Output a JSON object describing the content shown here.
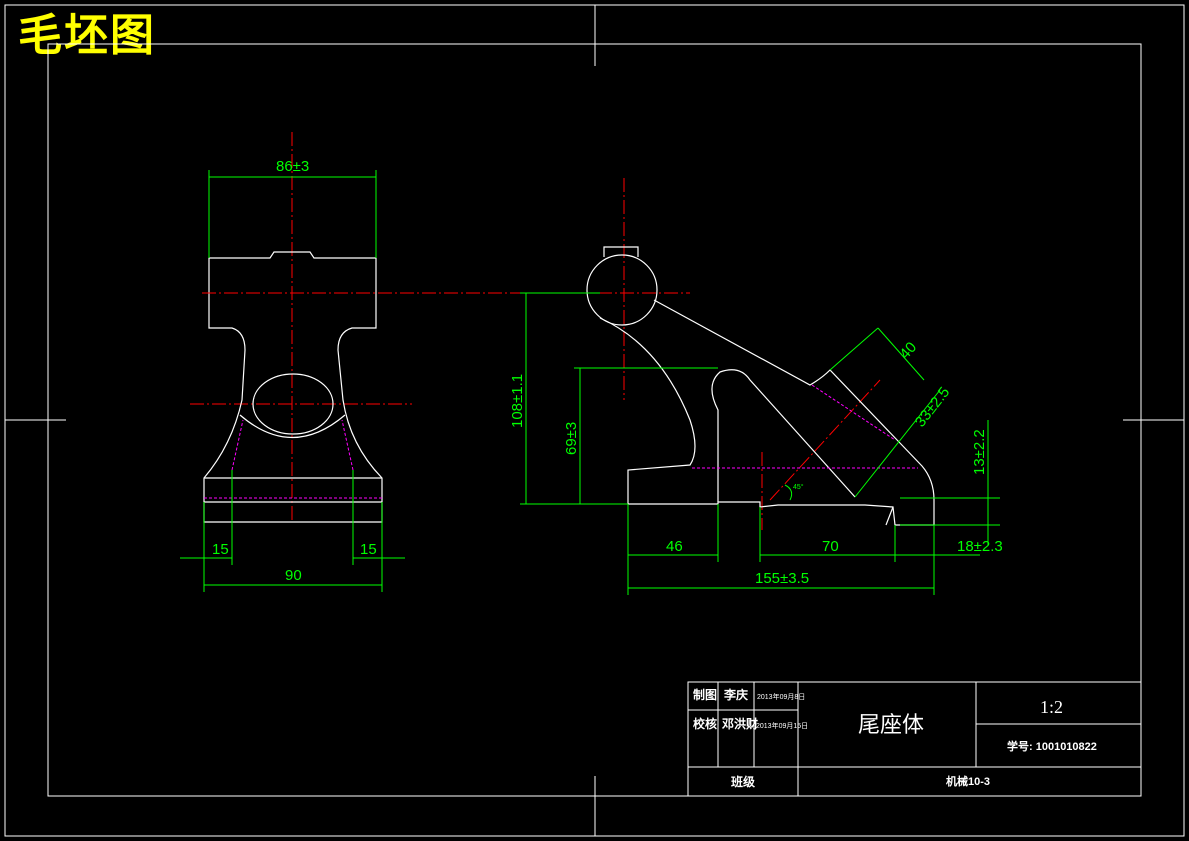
{
  "drawing_title": "毛坯图",
  "colors": {
    "background": "#000000",
    "outline": "#ffffff",
    "dimension": "#00ff00",
    "centerline": "#ff0000",
    "hidden": "#ff00ff",
    "title": "#ffff00"
  },
  "front_view": {
    "dims": {
      "top_width": "86±3",
      "bottom_left": "15",
      "bottom_right": "15",
      "bottom_width": "90"
    }
  },
  "side_view": {
    "dims": {
      "height_108": "108±1.1",
      "height_69": "69±3",
      "boss_40": "40",
      "angle_33": "33±2.5",
      "height_13": "13±2.2",
      "len_46": "46",
      "len_70": "70",
      "len_18": "18±2.3",
      "overall": "155±3.5",
      "angle_mark": "45°"
    }
  },
  "title_block": {
    "row1_role": "制图",
    "row1_name": "李庆",
    "row1_date": "2013年09月8日",
    "row2_role": "校核",
    "row2_name": "邓洪财",
    "row2_date": "2013年09月15日",
    "part_name": "尾座体",
    "scale": "1:2",
    "student_id": "学号: 1001010822",
    "class_label": "班级",
    "class_value": "机械10-3"
  }
}
